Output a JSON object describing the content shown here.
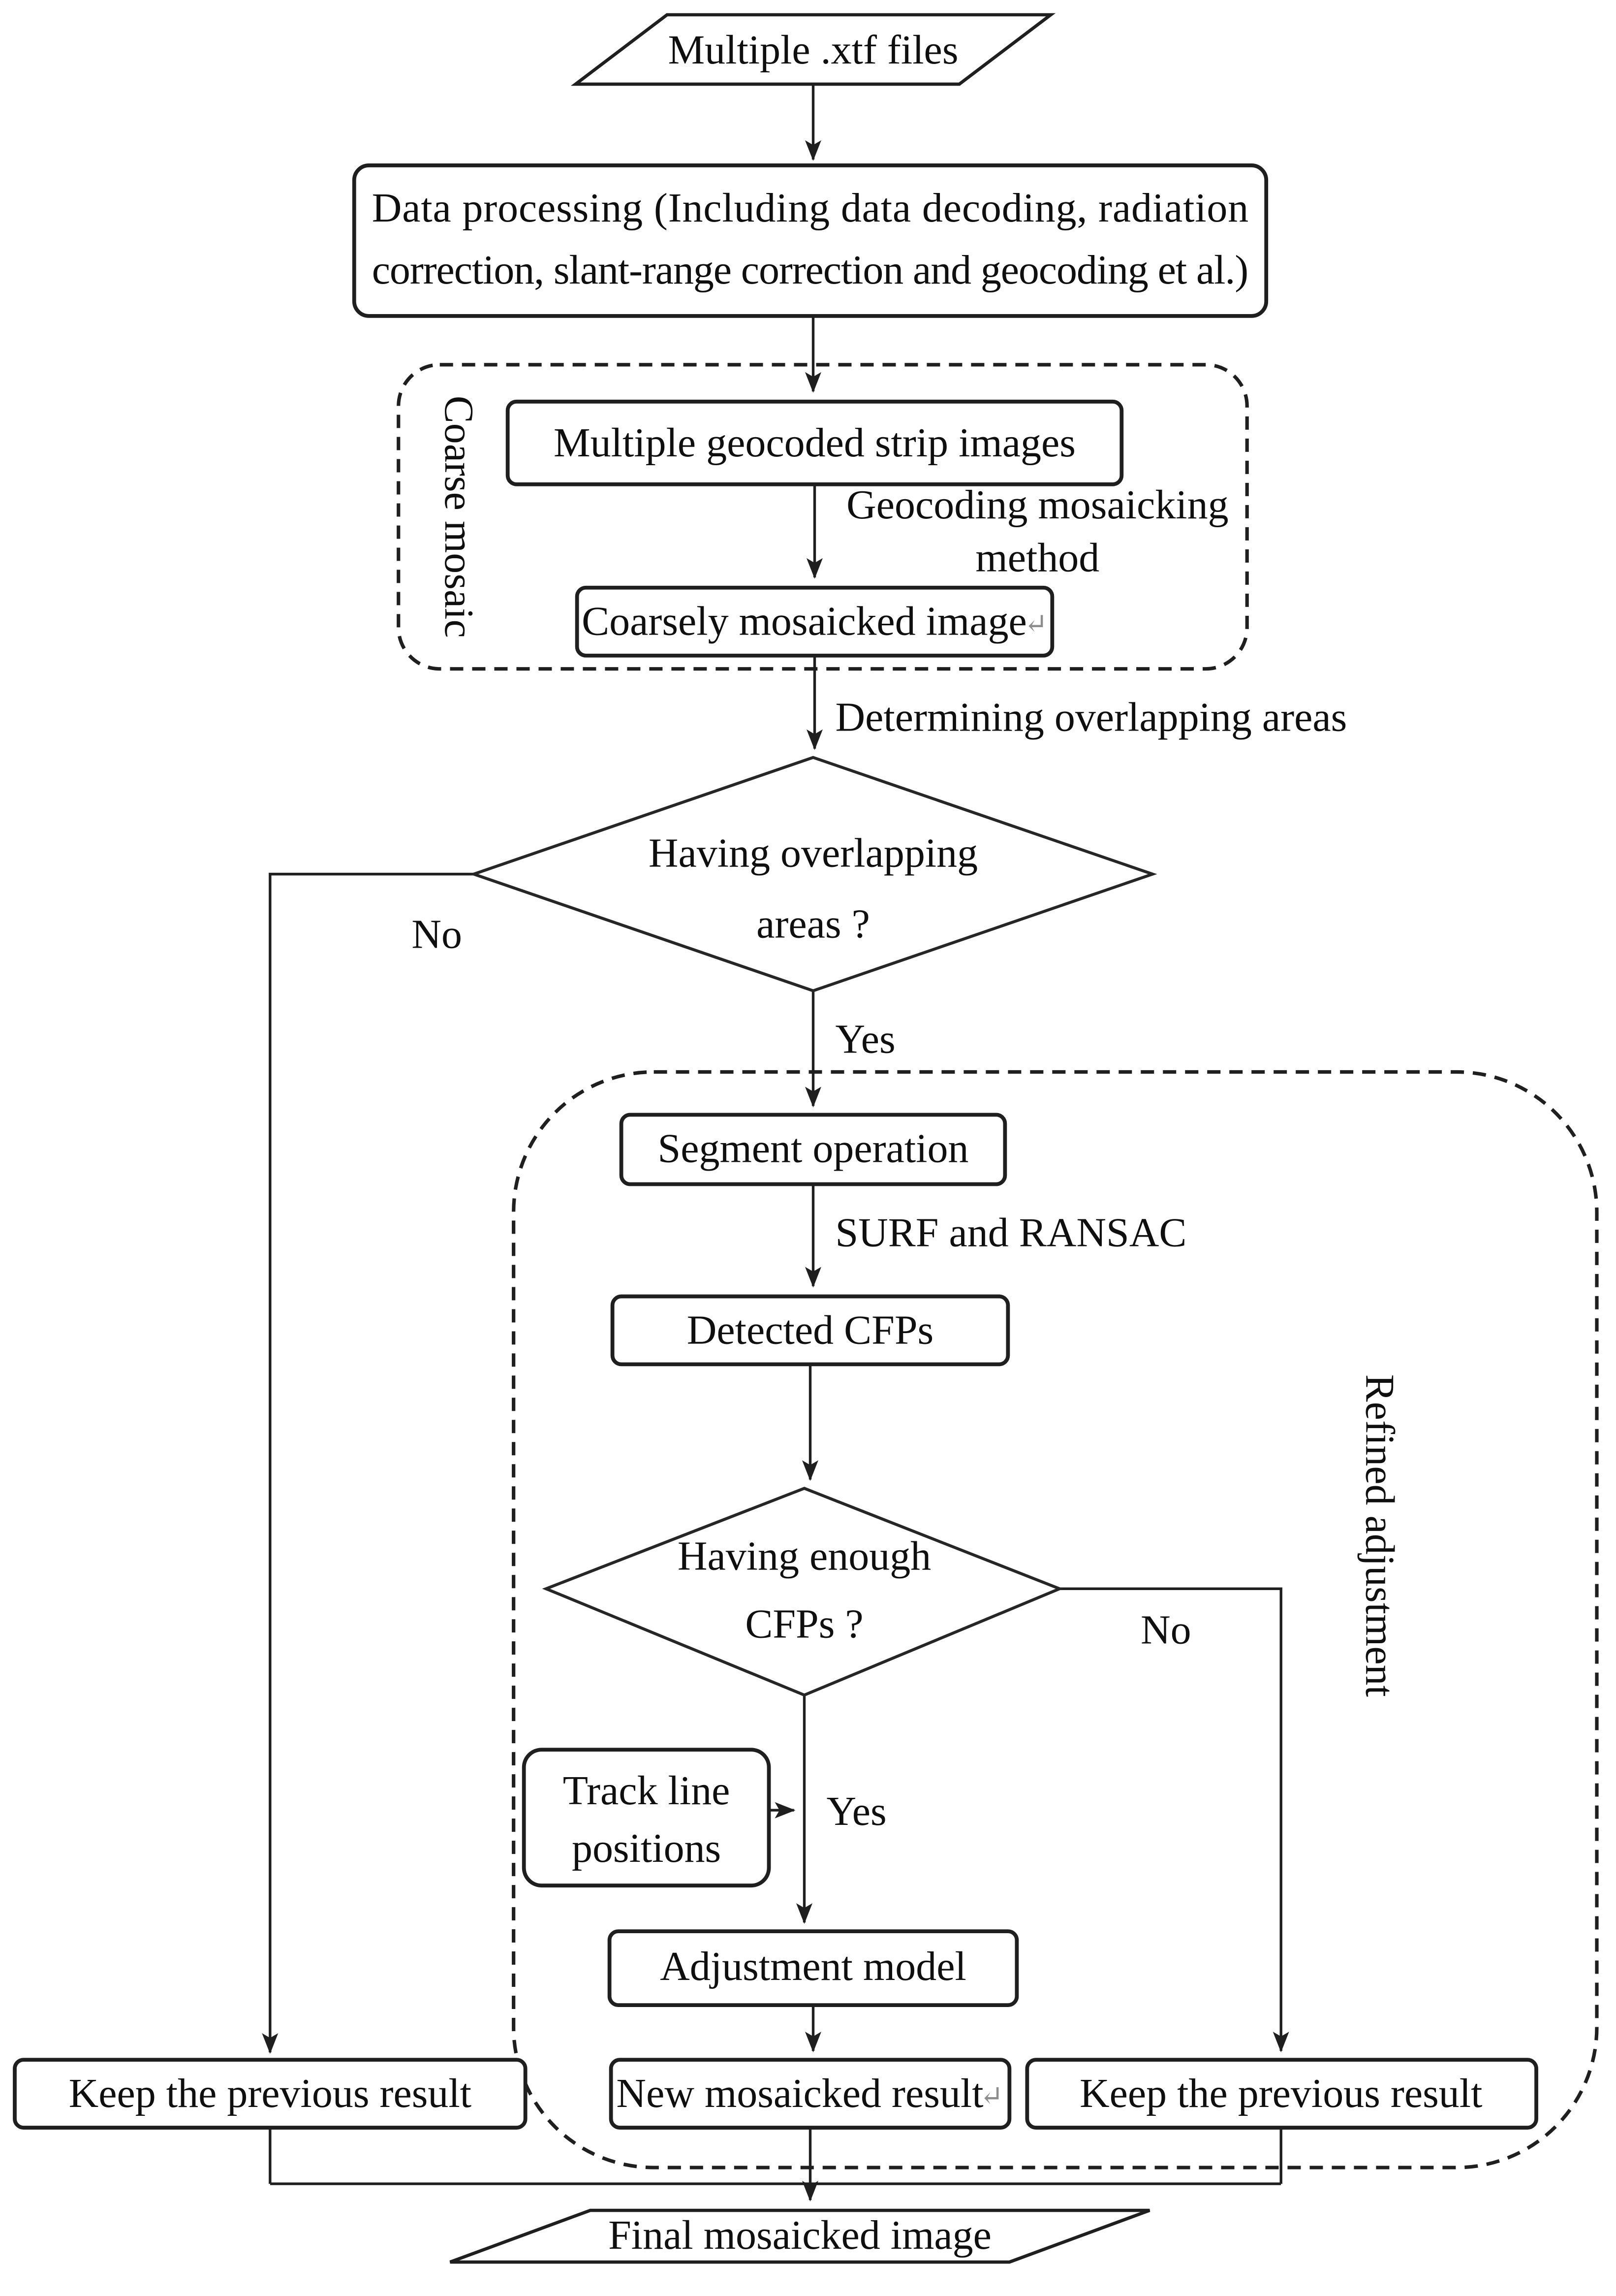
{
  "diagram": {
    "title_semantic": "Sonar image mosaicking flowchart",
    "colors": {
      "line": "#1f1f1f",
      "background": "#ffffff",
      "text": "#0f0f0f",
      "return_mark": "#8d8d8d"
    },
    "nodes": {
      "input": "Multiple .xtf files",
      "data_processing_line1": "Data processing (Including data decoding, radiation",
      "data_processing_line2": "correction, slant-range correction and geocoding et al.)",
      "strip_images": "Multiple geocoded strip images",
      "coarse_image": "Coarsely mosaicked image",
      "segment": "Segment operation",
      "detected": "Detected CFPs",
      "track_line1": "Track line",
      "track_line2": "positions",
      "adjustment": "Adjustment model",
      "new_result": "New mosaicked result",
      "keep_left": "Keep the previous result",
      "keep_right": "Keep the previous result",
      "final": "Final mosaicked image"
    },
    "decisions": {
      "overlap_line1": "Having overlapping",
      "overlap_line2": "areas ?",
      "cfps_line1": "Having enough",
      "cfps_line2": "CFPs ?"
    },
    "edge_labels": {
      "geocoding_line1": "Geocoding mosaicking",
      "geocoding_line2": "method",
      "determining": "Determining overlapping areas",
      "surf": "SURF and RANSAC",
      "yes1": "Yes",
      "no1": "No",
      "yes2": "Yes",
      "no2": "No"
    },
    "sections": {
      "coarse": "Coarse mosaic",
      "refined": "Refined adjustment"
    },
    "marks": {
      "return": "↵"
    }
  }
}
